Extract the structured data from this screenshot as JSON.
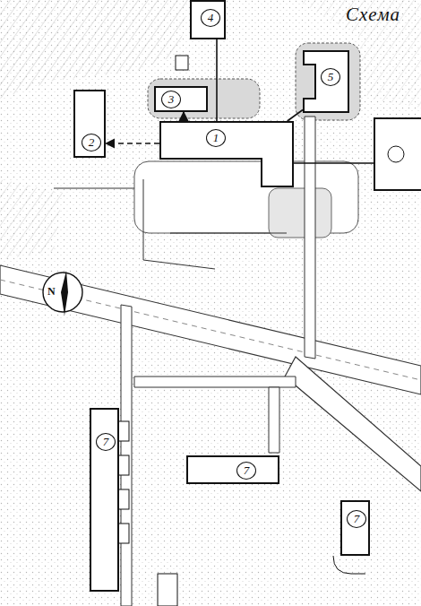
{
  "diagram": {
    "title": "Схема",
    "nodes": [
      {
        "text": [
          "4"
        ]
      },
      {
        "text": [
          "5"
        ]
      },
      {
        "text": [
          "3"
        ]
      },
      {
        "text": [
          "2"
        ]
      },
      {
        "text": [
          "1"
        ]
      },
      {
        "text": [
          "7"
        ]
      },
      {
        "text": [
          "7"
        ]
      },
      {
        "text": [
          "7"
        ]
      }
    ],
    "edges": [
      {
        "from": 4,
        "to": 3,
        "arrow": "to"
      },
      {
        "from": 4,
        "to": 2,
        "arrow": "to"
      },
      {
        "from": 4,
        "to": 0,
        "arrow": "none"
      },
      {
        "from": 4,
        "to": 1,
        "arrow": "none"
      }
    ],
    "labels": [
      "N"
    ]
  }
}
